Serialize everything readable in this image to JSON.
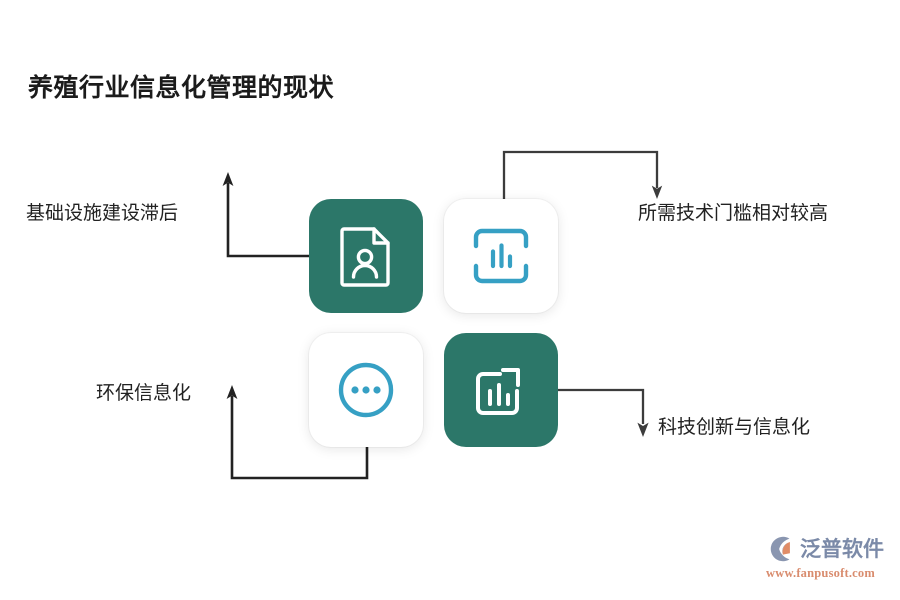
{
  "page": {
    "title": "养殖行业信息化管理的现状",
    "background_color": "#ffffff"
  },
  "theme": {
    "accent_green": "#2c7769",
    "accent_blue": "#36a0c4",
    "line_color": "#222222",
    "text_color": "#222222",
    "brand_blue": "#7b8aa8",
    "brand_orange": "#d98c6e"
  },
  "diagram": {
    "nodes": [
      {
        "id": "infra",
        "label": "基础设施建设滞后",
        "icon": "document-person-icon",
        "tile_style": "filled",
        "position": "top-left"
      },
      {
        "id": "tech",
        "label": "所需技术门槛相对较高",
        "icon": "bar-chart-scan-icon",
        "tile_style": "light",
        "position": "top-right"
      },
      {
        "id": "env",
        "label": "环保信息化",
        "icon": "circle-ellipsis-icon",
        "tile_style": "light",
        "position": "bottom-left"
      },
      {
        "id": "innovate",
        "label": "科技创新与信息化",
        "icon": "bar-chart-arrow-icon",
        "tile_style": "filled",
        "position": "bottom-right"
      }
    ]
  },
  "brand": {
    "name": "泛普软件",
    "url": "www.fanpusoft.com"
  }
}
